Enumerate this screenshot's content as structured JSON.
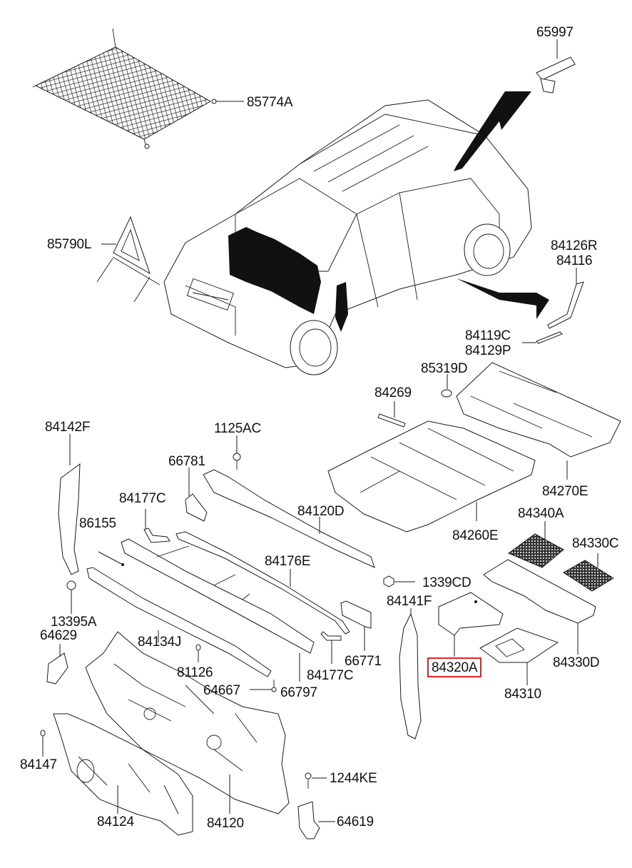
{
  "diagram": {
    "title": "Floor / Cowl Insulation & Covering Parts",
    "highlight_color": "#e0242b",
    "highlighted_part": "84320A",
    "labels": [
      {
        "id": "p65997",
        "text": "65997"
      },
      {
        "id": "p85774A",
        "text": "85774A"
      },
      {
        "id": "p85790L",
        "text": "85790L"
      },
      {
        "id": "p84126R",
        "text": "84126R"
      },
      {
        "id": "p84116",
        "text": "84116"
      },
      {
        "id": "p84119C",
        "text": "84119C"
      },
      {
        "id": "p84129P",
        "text": "84129P"
      },
      {
        "id": "p85319D",
        "text": "85319D"
      },
      {
        "id": "p84269",
        "text": "84269"
      },
      {
        "id": "p84142F",
        "text": "84142F"
      },
      {
        "id": "p1125AC",
        "text": "1125AC"
      },
      {
        "id": "p66781",
        "text": "66781"
      },
      {
        "id": "p84177C_a",
        "text": "84177C"
      },
      {
        "id": "p86155",
        "text": "86155"
      },
      {
        "id": "p84120D",
        "text": "84120D"
      },
      {
        "id": "p84270E",
        "text": "84270E"
      },
      {
        "id": "p84260E",
        "text": "84260E"
      },
      {
        "id": "p84340A",
        "text": "84340A"
      },
      {
        "id": "p84330C",
        "text": "84330C"
      },
      {
        "id": "p84176E",
        "text": "84176E"
      },
      {
        "id": "p1339CD",
        "text": "1339CD"
      },
      {
        "id": "p84141F",
        "text": "84141F"
      },
      {
        "id": "p13395A",
        "text": "13395A"
      },
      {
        "id": "p64629",
        "text": "64629"
      },
      {
        "id": "p84134J",
        "text": "84134J"
      },
      {
        "id": "p81126",
        "text": "81126"
      },
      {
        "id": "p66771",
        "text": "66771"
      },
      {
        "id": "p84177C_b",
        "text": "84177C"
      },
      {
        "id": "p64667",
        "text": "64667"
      },
      {
        "id": "p66797",
        "text": "66797"
      },
      {
        "id": "p84320A",
        "text": "84320A"
      },
      {
        "id": "p84330D",
        "text": "84330D"
      },
      {
        "id": "p84310",
        "text": "84310"
      },
      {
        "id": "p84147",
        "text": "84147"
      },
      {
        "id": "p1244KE",
        "text": "1244KE"
      },
      {
        "id": "p84124",
        "text": "84124"
      },
      {
        "id": "p84120",
        "text": "84120"
      },
      {
        "id": "p64619",
        "text": "64619"
      }
    ]
  }
}
